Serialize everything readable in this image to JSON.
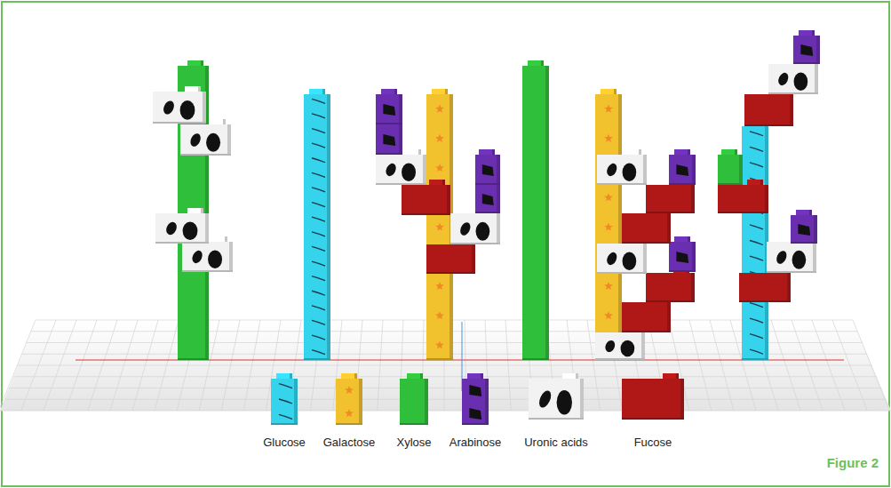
{
  "diagram": {
    "labels": [
      "Figure 2"
    ],
    "legend": [
      {
        "text": "Glucose",
        "color": "#35d3ec"
      },
      {
        "text": "Galactose",
        "color": "#f2c12e"
      },
      {
        "text": "Xylose",
        "color": "#2fbf3a"
      },
      {
        "text": "Arabinose",
        "color": "#6a2fb0"
      },
      {
        "text": "Uronic acids",
        "color": "#f2f2f2"
      },
      {
        "text": "Fucose",
        "color": "#b01818"
      }
    ]
  }
}
